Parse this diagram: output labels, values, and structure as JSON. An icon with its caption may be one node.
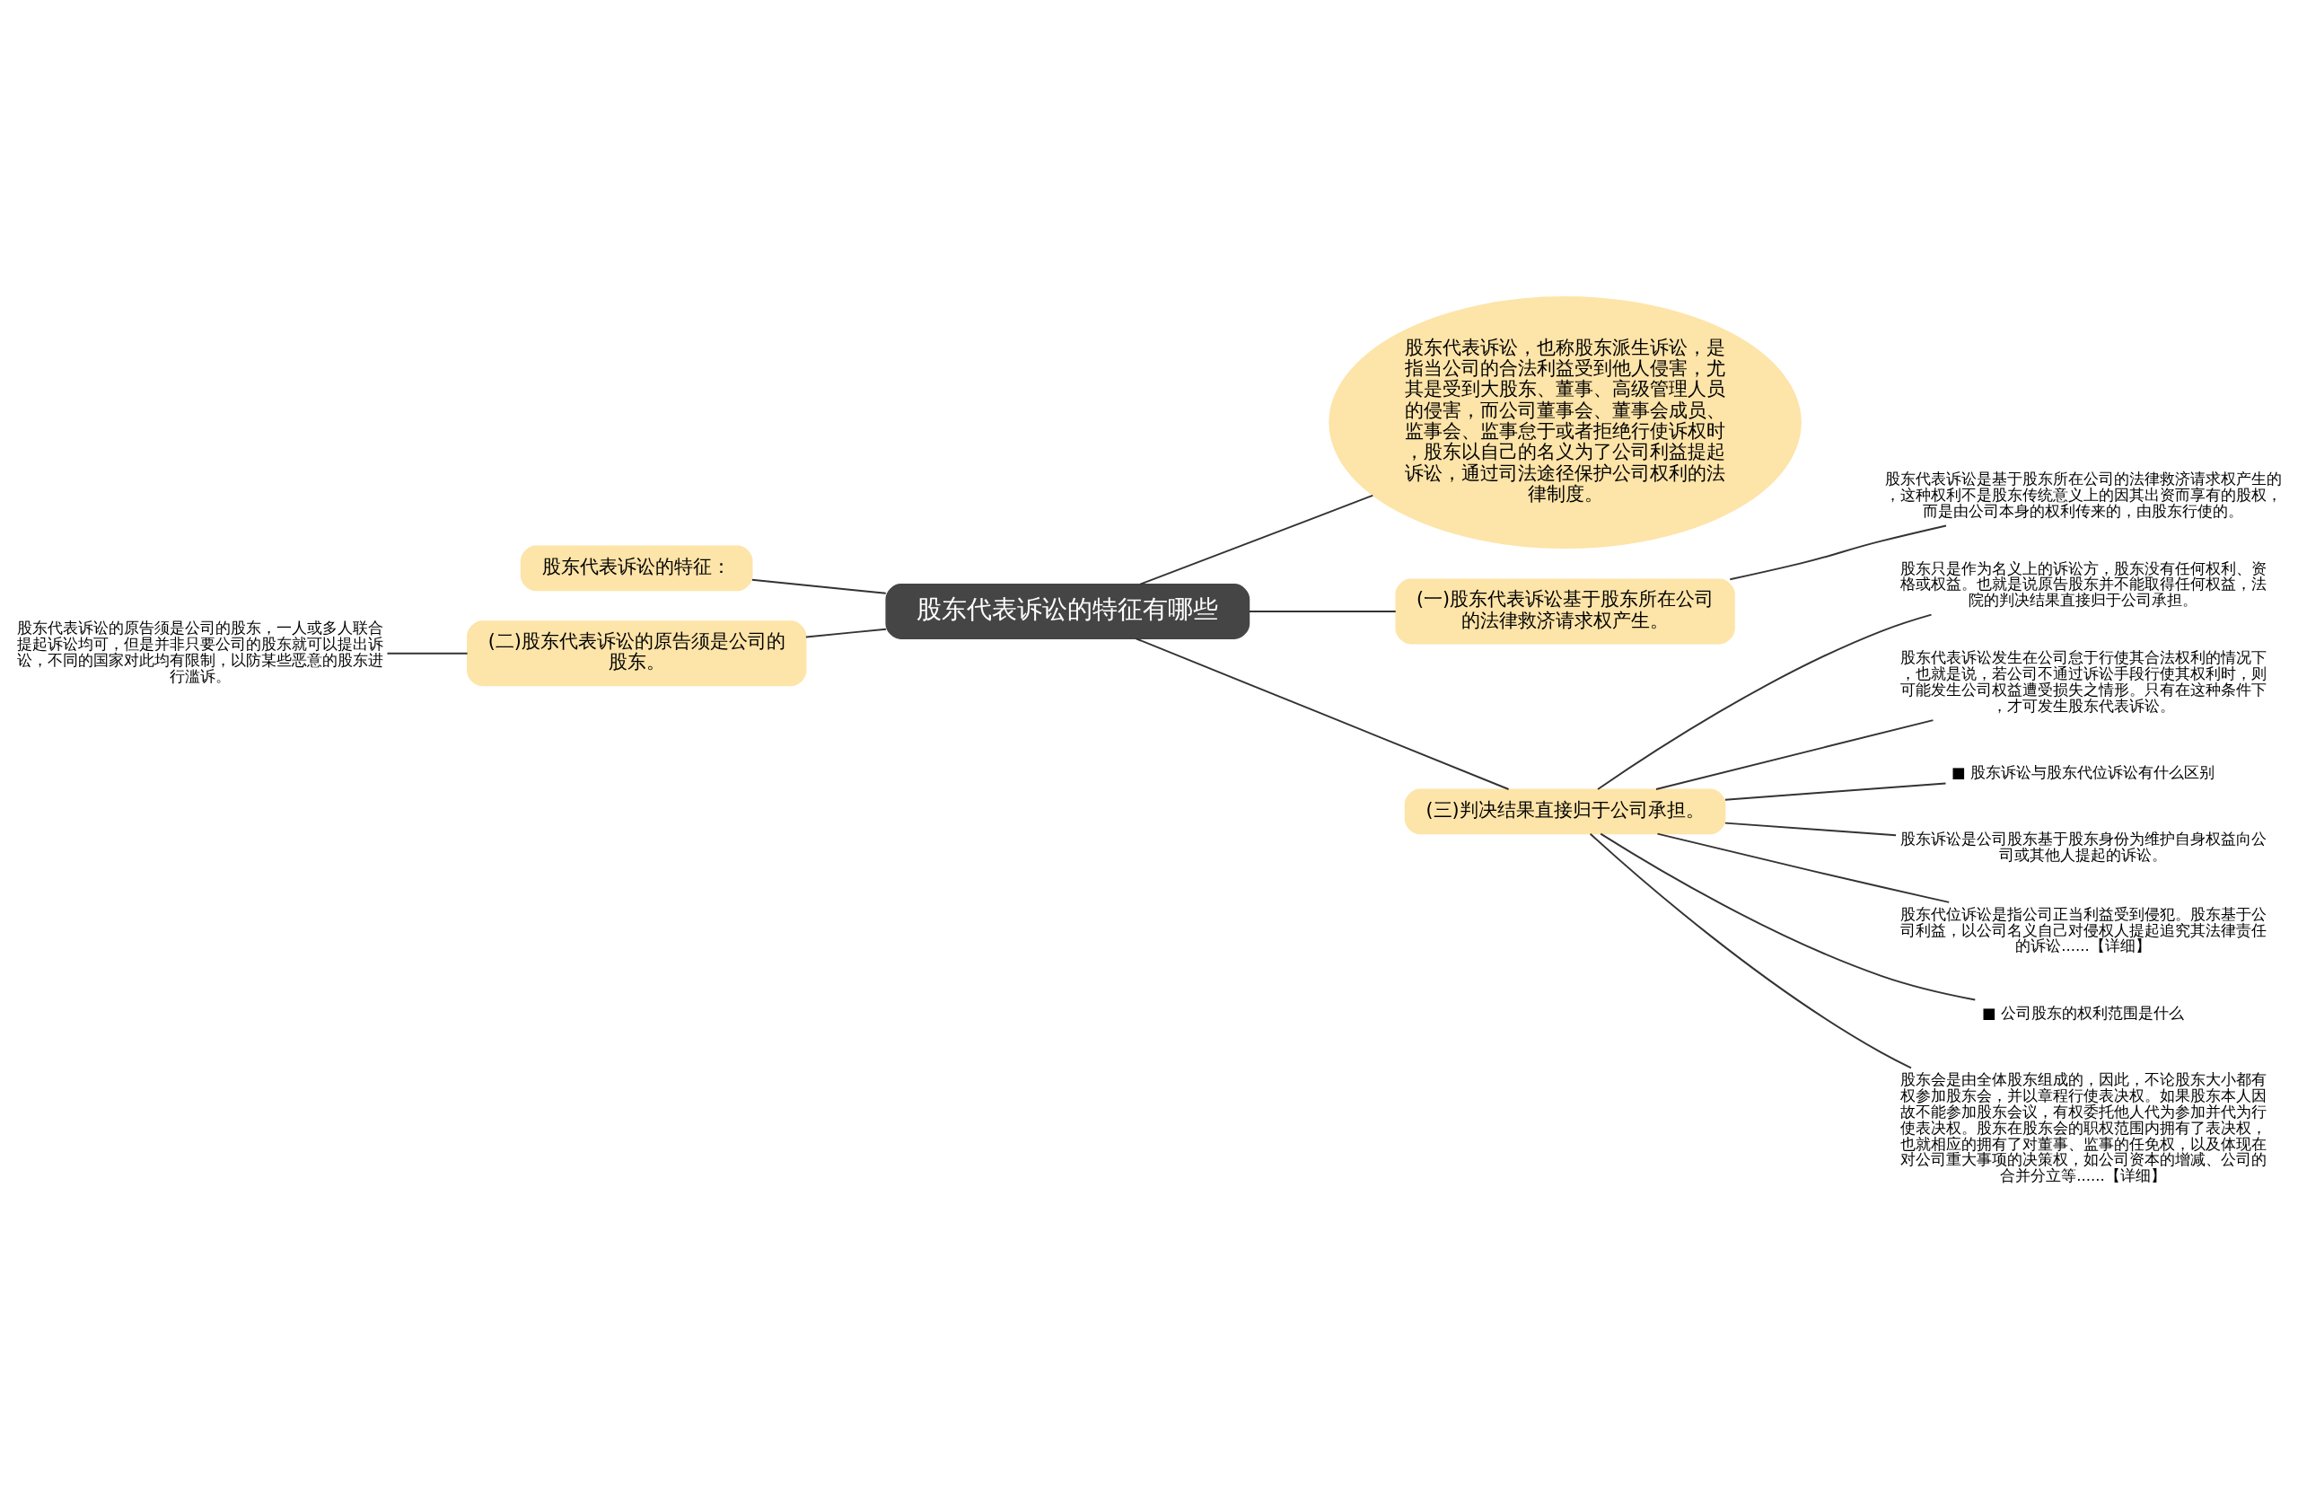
{
  "diagram": {
    "nodes": [
      {
        "text": [
          "股东代表诉讼的特征有哪些"
        ]
      },
      {
        "text": [
          "股东代表诉讼，也称股东派生诉讼，是指当公司的合法利益受到他人侵害，尤其是受到大股东、董事、高级管理人员的侵害，而公司董事会、董事会成员、监事会、监事怠于或者拒绝行使诉权时，股东以自己的名义为了公司利益提起诉讼，通过司法途径保护公司权利的法律制度。"
        ]
      },
      {
        "text": [
          "(一)股东代表诉讼基于股东所在公司的法律救济请求权产生。"
        ]
      },
      {
        "text": [
          "股东代表诉讼是基于股东所在公司的法律救济请求权产生的，这种权利不是股东传统意义上的因其出资而享有的股权，而是由公司本身的权利传来的，由股东行使的。"
        ]
      },
      {
        "text": [
          "(三)判决结果直接归于公司承担。"
        ]
      },
      {
        "text": [
          "股东只是作为名义上的诉讼方，股东没有任何权利、资格或权益。也就是说原告股东并不能取得任何权益，法院的判决结果直接归于公司承担。"
        ]
      },
      {
        "text": [
          "股东代表诉讼发生在公司怠于行使其合法权利的情况下，也就是说，若公司不通过诉讼手段行使其权利时，则可能发生公司权益遭受损失之情形。只有在这种条件下，才可发生股东代表诉讼。"
        ]
      },
      {
        "text": [
          "■ 股东诉讼与股东代位诉讼有什么区别"
        ]
      },
      {
        "text": [
          "股东诉讼是公司股东基于股东身份为维护自身权益向公司或其他人提起的诉讼。"
        ]
      },
      {
        "text": [
          "股东代位诉讼是指公司正当利益受到侵犯。股东基于公司利益，以公司名义自己对侵权人提起追究其法律责任的诉讼......【详细】"
        ]
      },
      {
        "text": [
          "■ 公司股东的权利范围是什么"
        ]
      },
      {
        "text": [
          "股东会是由全体股东组成的，因此，不论股东大小都有权参加股东会，并以章程行使表决权。如果股东本人因故不能参加股东会议，有权委托他人代为参加并代为行使表决权。股东在股东会的职权范围内拥有了表决权，也就相应的拥有了对董事、监事的任免权，以及体现在对公司重大事项的决策权，如公司资本的增减、公司的合并分立等......【详细】"
        ]
      },
      {
        "text": [
          "股东代表诉讼的特征："
        ]
      },
      {
        "text": [
          "(二)股东代表诉讼的原告须是公司的股东。"
        ]
      },
      {
        "text": [
          "股东代表诉讼的原告须是公司的股东，一人或多人联合提起诉讼均可，但是并非只要公司的股东就可以提出诉讼，不同的国家对此均有限制，以防某些恶意的股东进行滥诉。"
        ]
      }
    ],
    "edges": [
      {
        "from": 0,
        "to": 1,
        "arrow": "none"
      },
      {
        "from": 0,
        "to": 2,
        "arrow": "none"
      },
      {
        "from": 2,
        "to": 3,
        "arrow": "none"
      },
      {
        "from": 0,
        "to": 4,
        "arrow": "none"
      },
      {
        "from": 4,
        "to": 5,
        "arrow": "none"
      },
      {
        "from": 4,
        "to": 6,
        "arrow": "none"
      },
      {
        "from": 4,
        "to": 7,
        "arrow": "none"
      },
      {
        "from": 4,
        "to": 8,
        "arrow": "none"
      },
      {
        "from": 4,
        "to": 9,
        "arrow": "none"
      },
      {
        "from": 4,
        "to": 10,
        "arrow": "none"
      },
      {
        "from": 4,
        "to": 11,
        "arrow": "none"
      },
      {
        "from": 0,
        "to": 12,
        "arrow": "none"
      },
      {
        "from": 0,
        "to": 13,
        "arrow": "none"
      },
      {
        "from": 13,
        "to": 14,
        "arrow": "none"
      }
    ]
  }
}
